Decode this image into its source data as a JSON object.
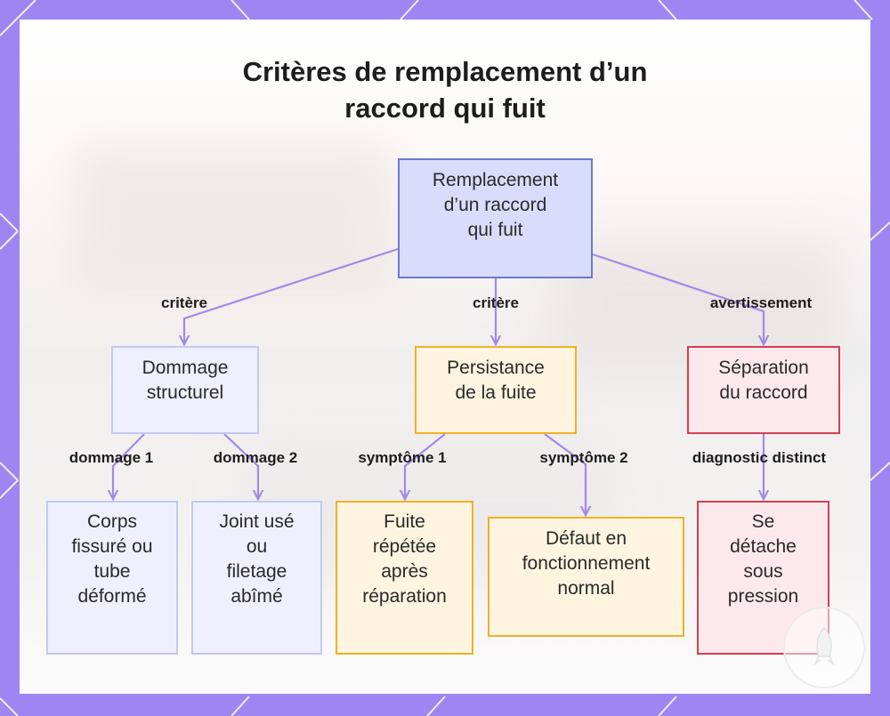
{
  "title": {
    "line1": "Critères de remplacement d’un",
    "line2": "raccord qui fuit"
  },
  "nodes": {
    "root": [
      "Remplacement",
      "d’un raccord",
      "qui fuit"
    ],
    "structural": [
      "Dommage",
      "structurel"
    ],
    "persistence": [
      "Persistance",
      "de la fuite"
    ],
    "separation": [
      "Séparation",
      "du raccord"
    ],
    "cracked": [
      "Corps",
      "fissuré ou",
      "tube",
      "déformé"
    ],
    "worn_seal": [
      "Joint usé",
      "ou",
      "filetage",
      "abîmé"
    ],
    "repeat_leak": [
      "Fuite",
      "répétée",
      "après",
      "réparation"
    ],
    "normal_defect": [
      "Défaut en",
      "fonctionnement",
      "normal"
    ],
    "detaches": [
      "Se",
      "détache",
      "sous",
      "pression"
    ]
  },
  "edge_labels": {
    "critere_1": "critère",
    "critere_2": "critère",
    "avertissement": "avertissement",
    "dommage_1": "dommage 1",
    "dommage_2": "dommage 2",
    "symptome_1": "symptôme 1",
    "symptome_2": "symptôme 2",
    "diagnostic": "diagnostic distinct"
  },
  "colors": {
    "frame": "#9d86f2",
    "edge": "#a289e6",
    "root_border": "#6f78d2",
    "amber_border": "#efb128",
    "red_border": "#d33f55"
  }
}
